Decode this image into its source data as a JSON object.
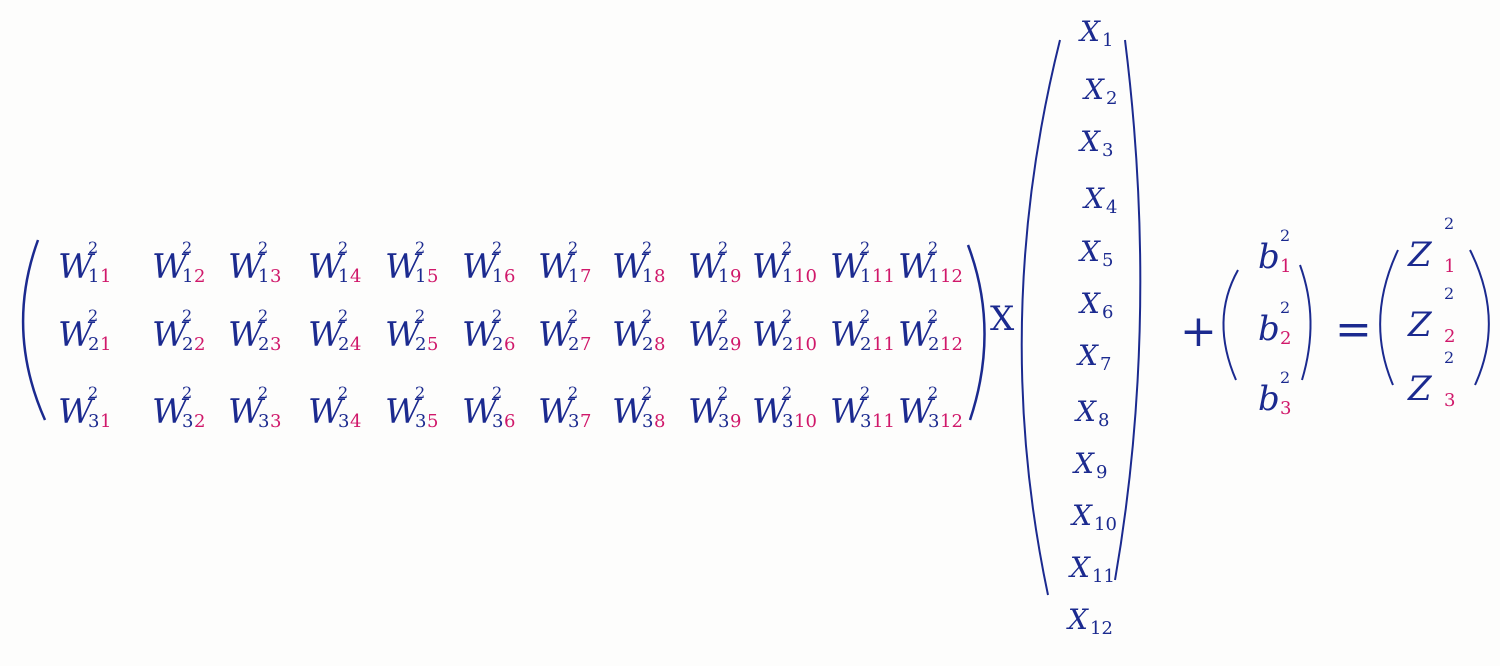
{
  "colors": {
    "ink_blue": "#1b2a8f",
    "ink_pink": "#d0186a",
    "paper": "#fdfdfc"
  },
  "weights": {
    "base": "W",
    "layer": "2",
    "rows": [
      [
        "1",
        "2",
        "3"
      ],
      [
        "1",
        "2",
        "3",
        "4",
        "5",
        "6",
        "7",
        "8",
        "9",
        "10",
        "11",
        "12"
      ]
    ]
  },
  "inputs": {
    "base": "X",
    "indices": [
      "1",
      "2",
      "3",
      "4",
      "5",
      "6",
      "7",
      "8",
      "9",
      "10",
      "11",
      "12"
    ]
  },
  "bias": {
    "base": "b",
    "layer": "2",
    "indices": [
      "1",
      "2",
      "3"
    ]
  },
  "outputs": {
    "base": "Z",
    "layer": "2",
    "indices": [
      "1",
      "2",
      "3"
    ]
  },
  "operators": {
    "times": "X",
    "plus": "+",
    "equals": "="
  }
}
